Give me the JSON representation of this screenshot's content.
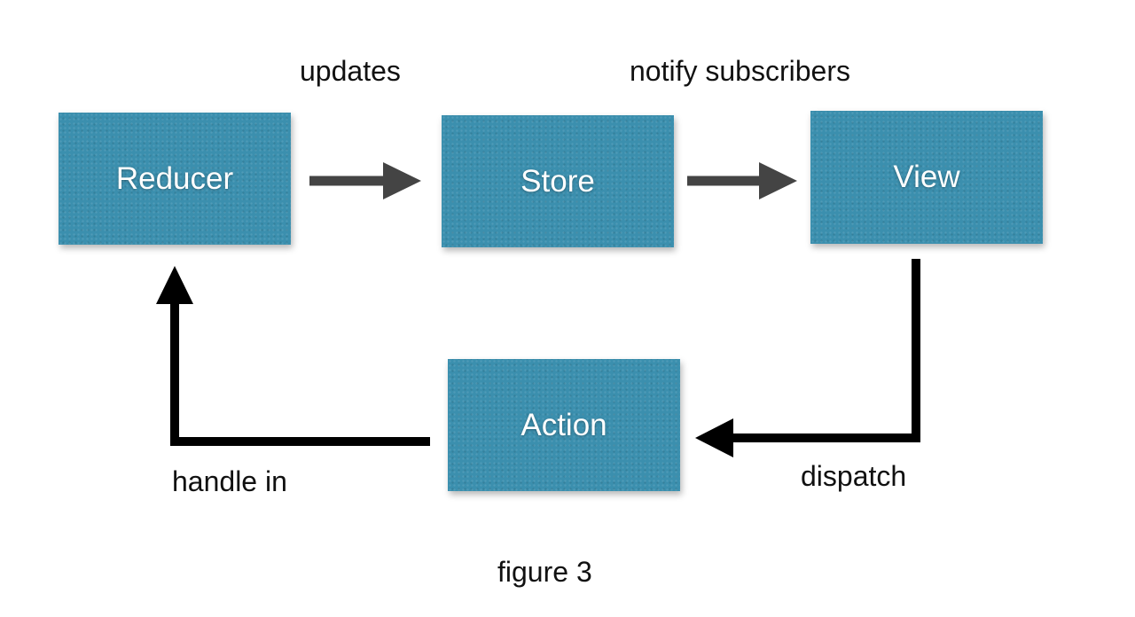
{
  "nodes": {
    "reducer": "Reducer",
    "store": "Store",
    "view": "View",
    "action": "Action"
  },
  "edges": {
    "reducer_to_store": "updates",
    "store_to_view": "notify subscribers",
    "view_to_action": "dispatch",
    "action_to_reducer": "handle in"
  },
  "caption": "figure 3",
  "colors": {
    "box_fill": "#3b8fae",
    "box_text": "#ffffff",
    "gray_arrow": "#444444",
    "black_arrow": "#000000",
    "label_text": "#111111"
  }
}
